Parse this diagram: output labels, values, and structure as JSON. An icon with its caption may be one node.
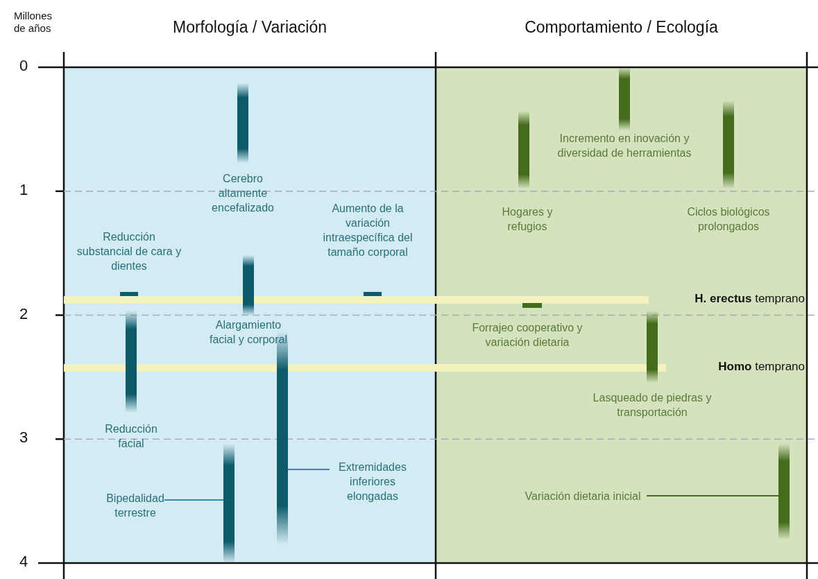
{
  "diagram": {
    "nodes": [
      {
        "text": [
          "Morfología / Variación"
        ]
      },
      {
        "text": [
          "Comportamiento / Ecología"
        ]
      },
      {
        "text": [],
        "shape": "bar",
        "in": 0,
        "beside": [
          "Cerebro altamente encefalizado"
        ]
      },
      {
        "text": [],
        "shape": "bar",
        "in": 0,
        "beside": [
          "Reducción substancial de cara y dientes"
        ]
      },
      {
        "text": [],
        "shape": "bar",
        "in": 0,
        "beside": [
          "Aumento de la variación intraespecífica del tamaño corporal"
        ]
      },
      {
        "text": [],
        "shape": "bar",
        "in": 0,
        "beside": [
          "Alargamiento facial y corporal"
        ]
      },
      {
        "text": [],
        "shape": "bar",
        "in": 0,
        "beside": [
          "Reducción facial"
        ]
      },
      {
        "text": [],
        "shape": "bar",
        "in": 0
      },
      {
        "text": [
          "Extremidades inferiores elongadas"
        ],
        "in": 0
      },
      {
        "text": [],
        "shape": "bar",
        "in": 0
      },
      {
        "text": [
          "Bipedalidad terrestre"
        ],
        "in": 0
      },
      {
        "text": [],
        "shape": "bar",
        "in": 1,
        "beside": [
          "Incremento en inovación y diversidad de herramientas"
        ]
      },
      {
        "text": [],
        "shape": "bar",
        "in": 1,
        "beside": [
          "Hogares y refugios"
        ]
      },
      {
        "text": [],
        "shape": "bar",
        "in": 1,
        "beside": [
          "Ciclos biológicos prolongados"
        ]
      },
      {
        "text": [],
        "shape": "bar",
        "in": 1,
        "beside": [
          "Forrajeo cooperativo y variación dietaria"
        ]
      },
      {
        "text": [],
        "shape": "bar",
        "in": 1,
        "beside": [
          "Lasqueado de piedras y transportación"
        ]
      },
      {
        "text": [],
        "shape": "bar",
        "in": 1
      },
      {
        "text": [
          "Variación dietaria inicial"
        ],
        "in": 1
      }
    ],
    "edges": [
      {
        "from": 8,
        "to": 7,
        "arrow": "none"
      },
      {
        "from": 10,
        "to": 9,
        "arrow": "none"
      },
      {
        "from": 17,
        "to": 16,
        "arrow": "none",
        "color": "#456b1c"
      }
    ],
    "labels": [
      "Millones de años",
      "0",
      "1",
      "**H. erectus** temprano",
      "2",
      "**Homo** temprano",
      "3",
      "4"
    ]
  }
}
